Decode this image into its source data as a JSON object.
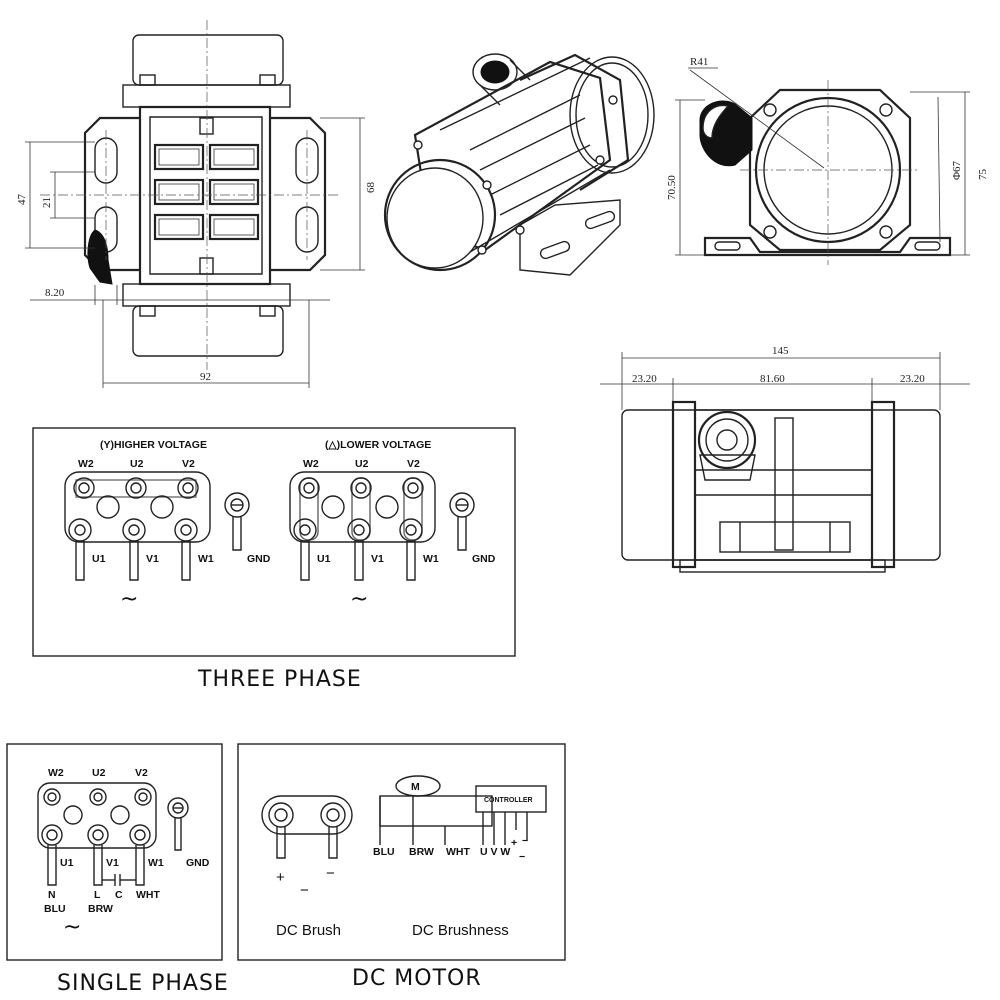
{
  "dimensions": {
    "front_47": "47",
    "front_21": "21",
    "front_68": "68",
    "front_8_20": "8.20",
    "front_92": "92",
    "iso_r41": "R41",
    "side_70_50": "70.50",
    "side_phi67": "Φ67",
    "side_75": "75",
    "top_145": "145",
    "top_23_20_left": "23.20",
    "top_81_60": "81.60",
    "top_23_20_right": "23.20"
  },
  "three_phase": {
    "title": "THREE PHASE",
    "higher": {
      "heading": "(Y)HIGHER VOLTAGE",
      "top_labels": [
        "W2",
        "U2",
        "V2"
      ],
      "bottom_labels": [
        "U1",
        "V1",
        "W1"
      ],
      "gnd": "GND",
      "ac": "~"
    },
    "lower": {
      "heading": "(△)LOWER VOLTAGE",
      "top_labels": [
        "W2",
        "U2",
        "V2"
      ],
      "bottom_labels": [
        "U1",
        "V1",
        "W1"
      ],
      "gnd": "GND",
      "ac": "~"
    }
  },
  "single_phase": {
    "title": "SINGLE PHASE",
    "top_labels": [
      "W2",
      "U2",
      "V2"
    ],
    "bottom_labels": [
      "U1",
      "V1",
      "W1"
    ],
    "gnd": "GND",
    "line_n": "N",
    "line_l": "L",
    "line_c": "C",
    "line_wht": "WHT",
    "wire_blu": "BLU",
    "wire_brw": "BRW",
    "ac": "~"
  },
  "dc_motor": {
    "title": "DC MOTOR",
    "brush_label": "DC Brush",
    "brushless_label": "DC Brushness",
    "plus": "+",
    "minus": "−",
    "motor_symbol": "M",
    "controller": "CONTROLLER",
    "wire_blu": "BLU",
    "wire_brw": "BRW",
    "wire_wht": "WHT",
    "uvw": "U V W",
    "ctrl_plus": "+",
    "ctrl_minus": "−",
    "ctrl_minus2": "−"
  }
}
